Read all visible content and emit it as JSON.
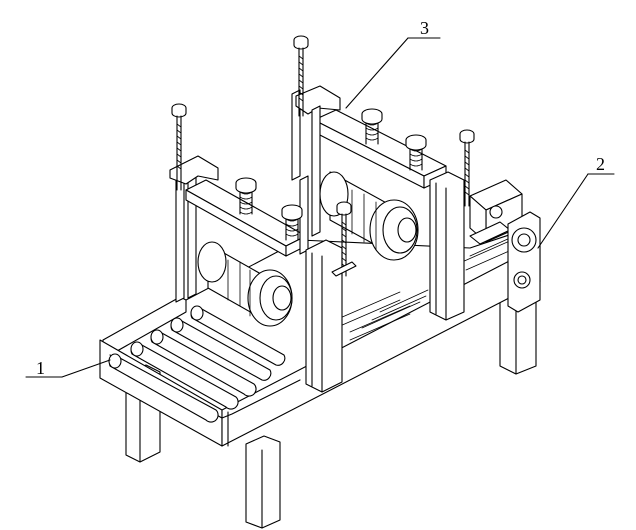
{
  "figure": {
    "labels": [
      {
        "id": "part-1",
        "text": "1"
      },
      {
        "id": "part-2",
        "text": "2"
      },
      {
        "id": "part-3",
        "text": "3"
      }
    ]
  }
}
